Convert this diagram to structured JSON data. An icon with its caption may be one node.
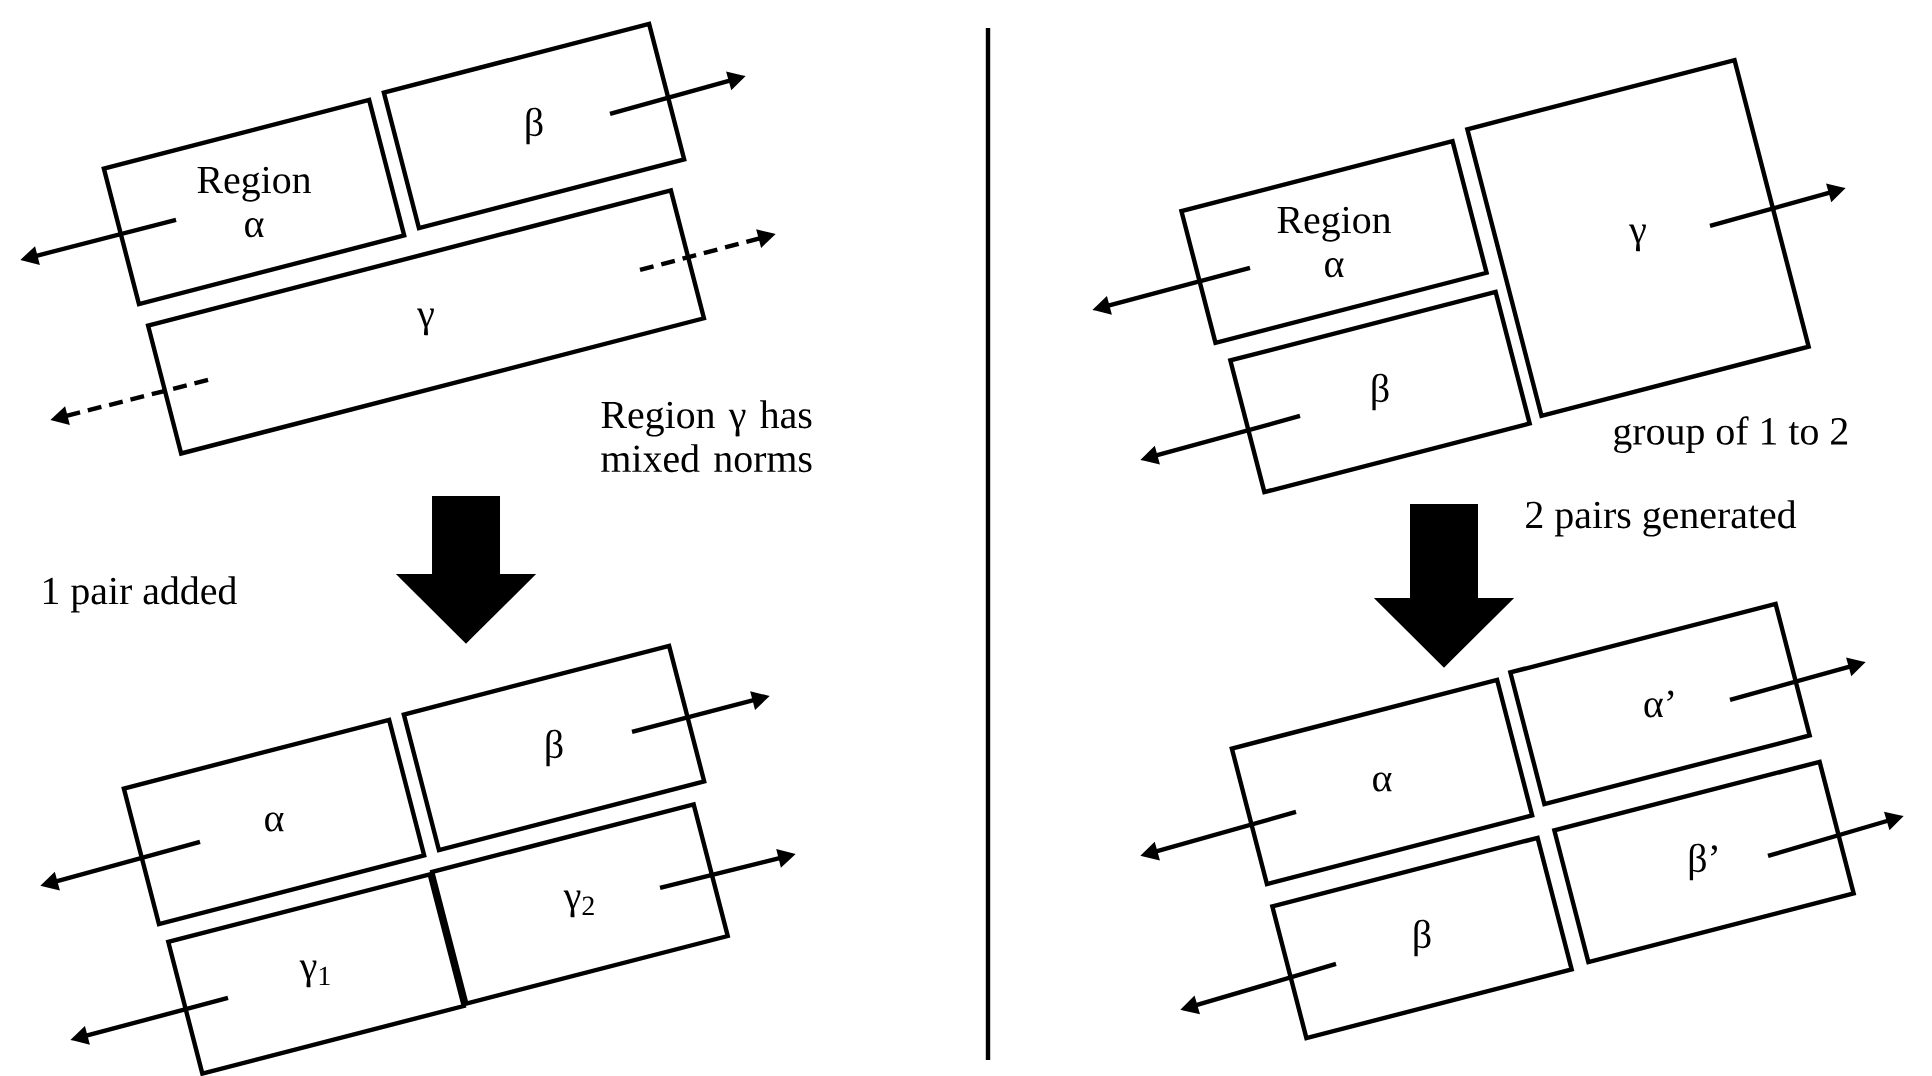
{
  "diagram": {
    "nodes": [
      {
        "text": [
          "Region α"
        ]
      },
      {
        "text": [
          "β"
        ]
      },
      {
        "text": [
          "γ"
        ]
      },
      {
        "text": [
          "α"
        ]
      },
      {
        "text": [
          "β"
        ]
      },
      {
        "text": [
          "γ$_{1}$"
        ]
      },
      {
        "text": [
          "γ$_{2}$"
        ]
      },
      {
        "text": [
          "Region α"
        ]
      },
      {
        "text": [
          "γ"
        ]
      },
      {
        "text": [
          "β"
        ]
      },
      {
        "text": [
          "α"
        ]
      },
      {
        "text": [
          "α’"
        ]
      },
      {
        "text": [
          "β"
        ]
      },
      {
        "text": [
          "β’"
        ]
      }
    ],
    "edges": [
      {
        "from": 0,
        "to": null,
        "arrow": "to"
      },
      {
        "from": 1,
        "to": null,
        "arrow": "to"
      },
      {
        "from": 2,
        "to": null,
        "arrow": "to",
        "style": "dashed"
      },
      {
        "from": 2,
        "to": null,
        "arrow": "to",
        "style": "dashed"
      },
      {
        "from": 3,
        "to": null,
        "arrow": "to"
      },
      {
        "from": 4,
        "to": null,
        "arrow": "to"
      },
      {
        "from": 5,
        "to": null,
        "arrow": "to"
      },
      {
        "from": 6,
        "to": null,
        "arrow": "to"
      },
      {
        "from": 7,
        "to": null,
        "arrow": "to"
      },
      {
        "from": 8,
        "to": null,
        "arrow": "to"
      },
      {
        "from": 9,
        "to": null,
        "arrow": "to"
      },
      {
        "from": 10,
        "to": null,
        "arrow": "to"
      },
      {
        "from": 11,
        "to": null,
        "arrow": "to"
      },
      {
        "from": 12,
        "to": null,
        "arrow": "to"
      },
      {
        "from": 13,
        "to": null,
        "arrow": "to"
      },
      {
        "from": 2,
        "to": 4,
        "arrow": "to",
        "style": "thick"
      },
      {
        "from": 9,
        "to": 10,
        "arrow": "to",
        "style": "thick"
      }
    ],
    "labels": [
      "Region γ has mixed norms",
      "1 pair added",
      "group of 1 to 2",
      "2 pairs generated"
    ]
  }
}
